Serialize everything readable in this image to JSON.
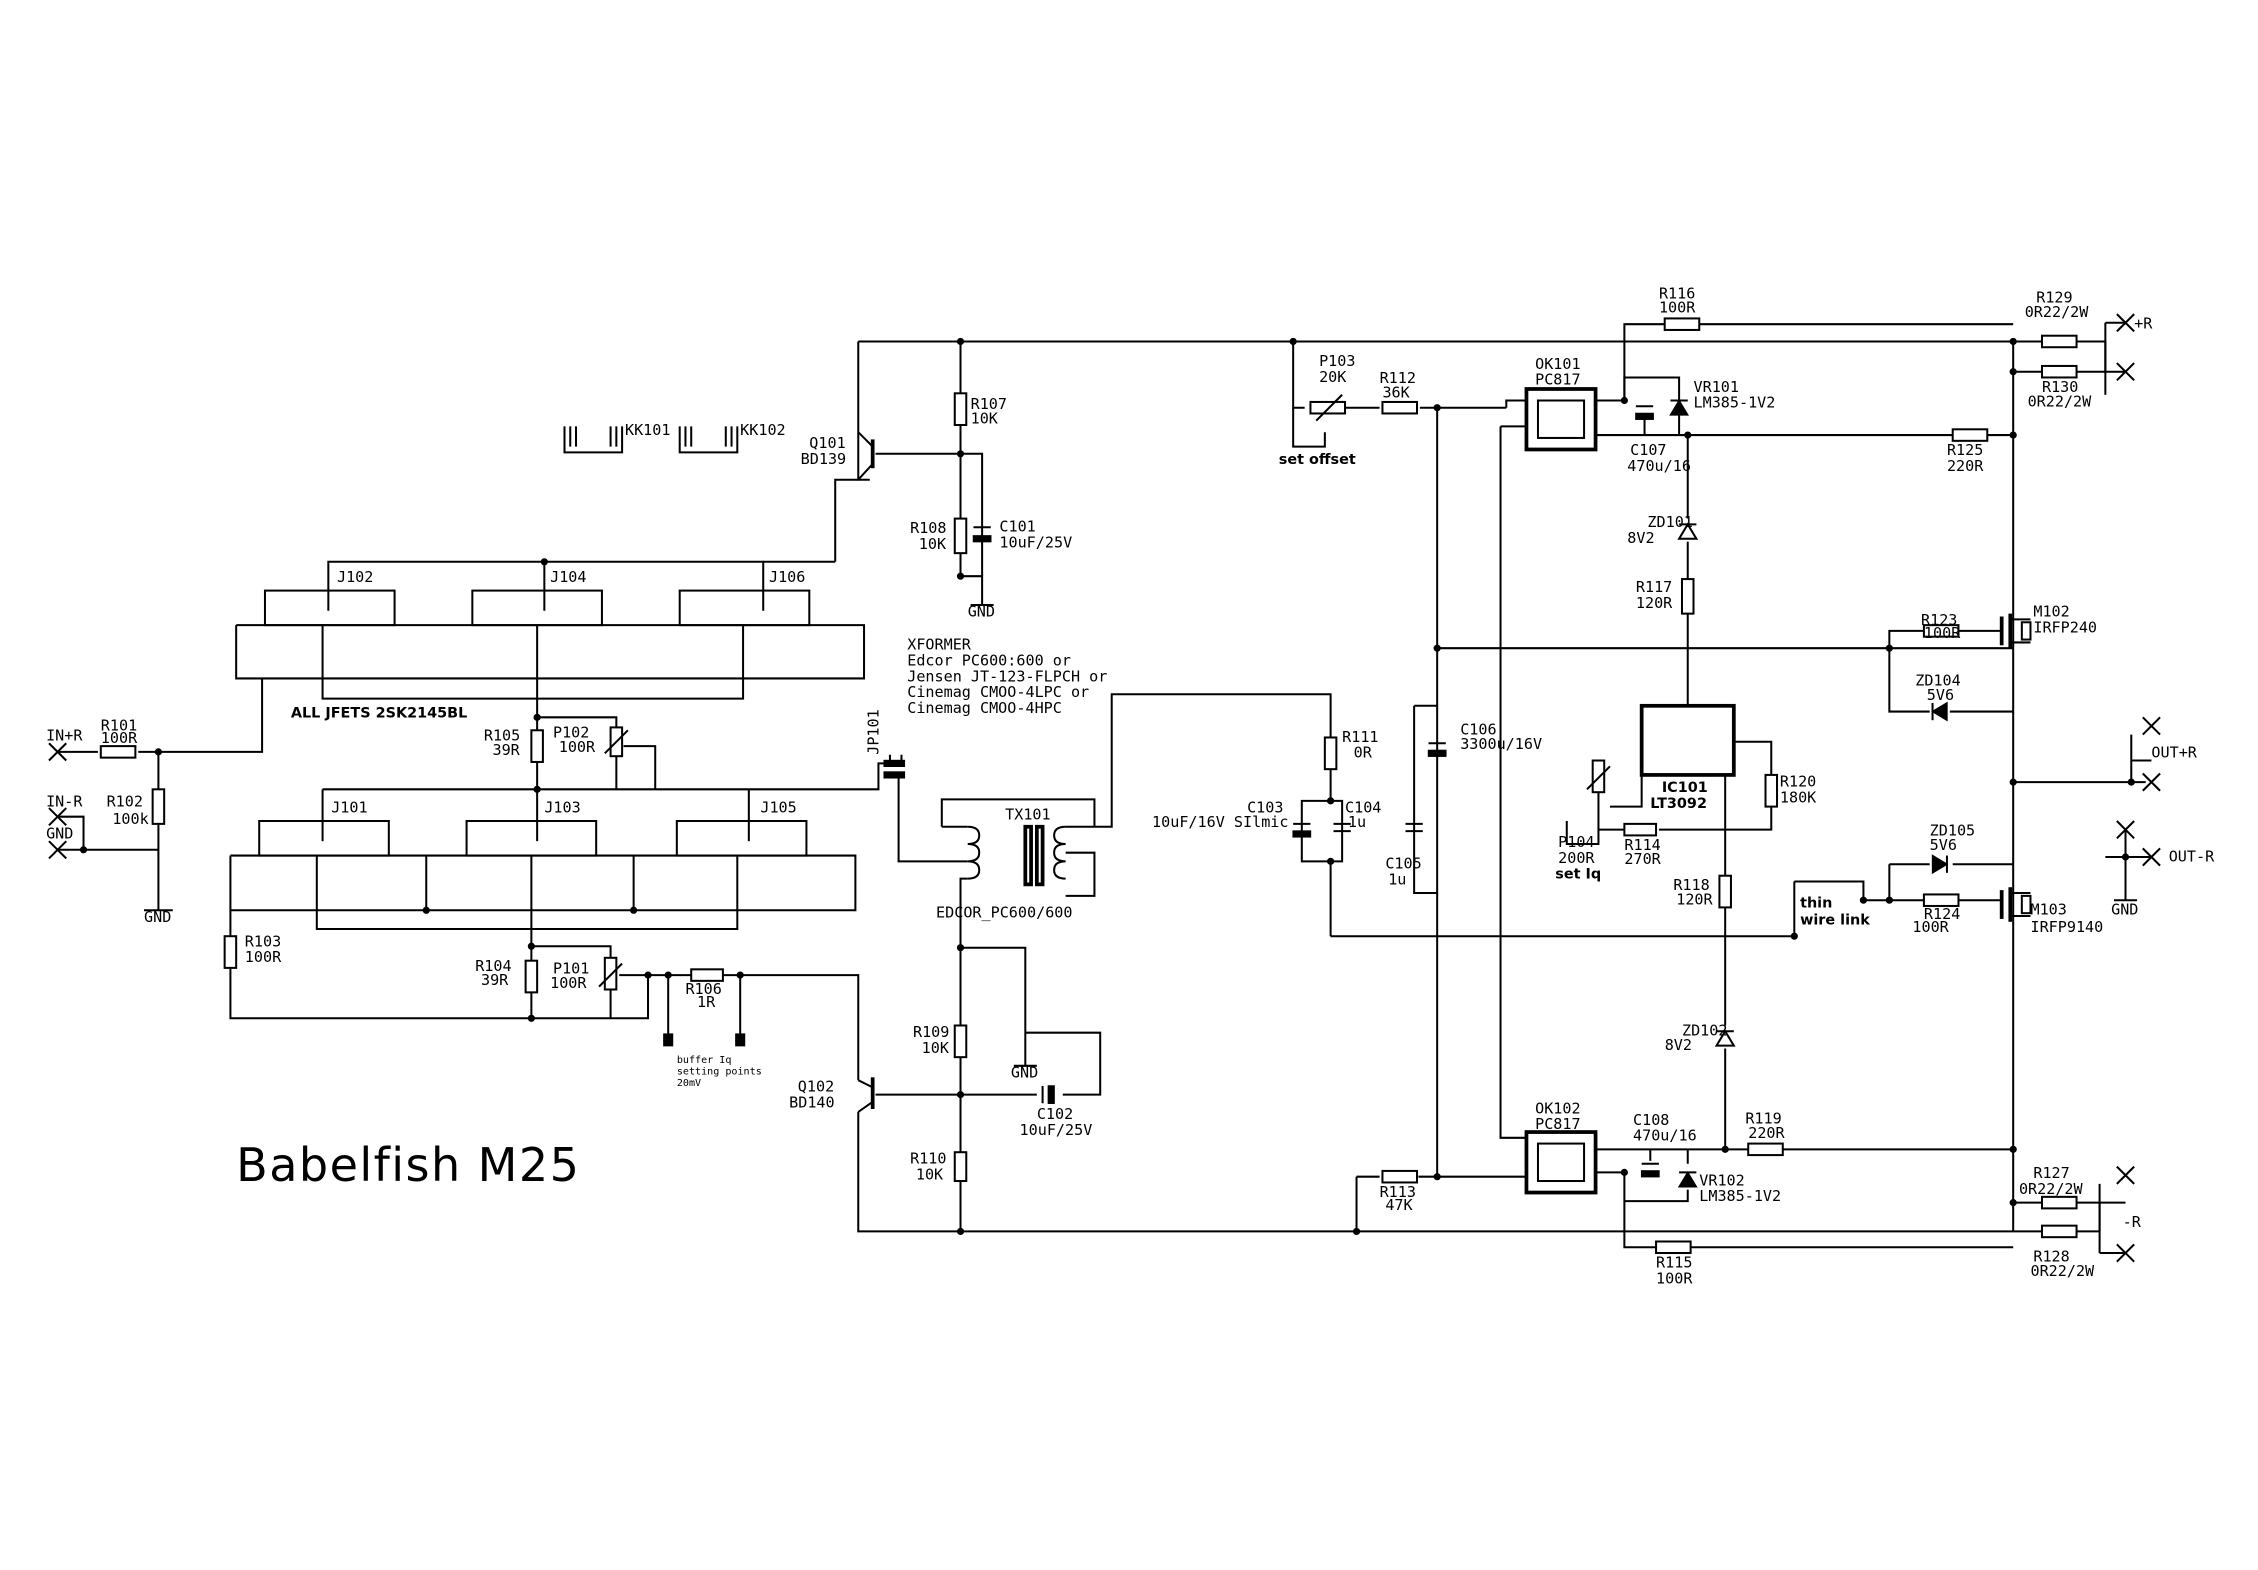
{
  "title": "Babelfish M25",
  "notes": {
    "jfets": "ALL JFETS 2SK2145BL",
    "xformer": [
      "XFORMER",
      "Edcor PC600:600 or",
      "Jensen JT-123-FLPCH or",
      "Cinemag CMOO-4LPC or",
      "Cinemag CMOO-4HPC"
    ],
    "set_offset": "set offset",
    "set_iq": "set Iq",
    "buffer_iq": [
      "buffer Iq",
      "setting points",
      "20mV"
    ],
    "thin_wire": [
      "thin",
      "wire link"
    ]
  },
  "terminals": {
    "in_plus_r": "IN+R",
    "in_minus_r": "IN-R",
    "gnd": "GND",
    "plus_r": "+R",
    "minus_r": "-R",
    "out_plus_r": "OUT+R",
    "out_minus_r": "OUT-R"
  },
  "components": {
    "R101": [
      "R101",
      "100R"
    ],
    "R102": [
      "R102",
      "100k"
    ],
    "R103": [
      "R103",
      "100R"
    ],
    "R104": [
      "R104",
      "39R"
    ],
    "R105": [
      "R105",
      "39R"
    ],
    "R106": [
      "R106",
      "1R"
    ],
    "R107": [
      "R107",
      "10K"
    ],
    "R108": [
      "R108",
      "10K"
    ],
    "R109": [
      "R109",
      "10K"
    ],
    "R110": [
      "R110",
      "10K"
    ],
    "R111": [
      "R111",
      "0R"
    ],
    "R112": [
      "R112",
      "36K"
    ],
    "R113": [
      "R113",
      "47K"
    ],
    "R114": [
      "R114",
      "270R"
    ],
    "R115": [
      "R115",
      "100R"
    ],
    "R116": [
      "R116",
      "100R"
    ],
    "R117": [
      "R117",
      "120R"
    ],
    "R118": [
      "R118",
      "120R"
    ],
    "R119": [
      "R119",
      "220R"
    ],
    "R120": [
      "R120",
      "180K"
    ],
    "R123": [
      "R123",
      "100R"
    ],
    "R124": [
      "R124",
      "100R"
    ],
    "R125": [
      "R125",
      "220R"
    ],
    "R127": [
      "R127",
      "0R22/2W"
    ],
    "R128": [
      "R128",
      "0R22/2W"
    ],
    "R129": [
      "R129",
      "0R22/2W"
    ],
    "R130": [
      "R130",
      "0R22/2W"
    ],
    "P101": [
      "P101",
      "100R"
    ],
    "P102": [
      "P102",
      "100R"
    ],
    "P103": [
      "P103",
      "20K"
    ],
    "P104": [
      "P104",
      "200R"
    ],
    "C101": [
      "C101",
      "10uF/25V"
    ],
    "C102": [
      "C102",
      "10uF/25V"
    ],
    "C103": [
      "C103",
      "10uF/16V SIlmic"
    ],
    "C104": [
      "C104",
      "1u"
    ],
    "C105": [
      "C105",
      "1u"
    ],
    "C106": [
      "C106",
      "3300u/16V"
    ],
    "C107": [
      "C107",
      "470u/16"
    ],
    "C108": [
      "C108",
      "470u/16"
    ],
    "Q101": [
      "Q101",
      "BD139"
    ],
    "Q102": [
      "Q102",
      "BD140"
    ],
    "M102": [
      "M102",
      "IRFP240"
    ],
    "M103": [
      "M103",
      "IRFP9140"
    ],
    "ZD101": [
      "ZD101",
      "8V2"
    ],
    "ZD102": [
      "ZD102",
      "8V2"
    ],
    "ZD104": [
      "ZD104",
      "5V6"
    ],
    "ZD105": [
      "ZD105",
      "5V6"
    ],
    "VR101": [
      "VR101",
      "LM385-1V2"
    ],
    "VR102": [
      "VR102",
      "LM385-1V2"
    ],
    "OK101": [
      "OK101",
      "PC817"
    ],
    "OK102": [
      "OK102",
      "PC817"
    ],
    "IC101": [
      "IC101",
      "LT3092"
    ],
    "TX101": [
      "TX101",
      "EDCOR_PC600/600"
    ],
    "JP101": [
      "JP101"
    ],
    "KK101": [
      "KK101"
    ],
    "KK102": [
      "KK102"
    ],
    "J101": [
      "J101"
    ],
    "J102": [
      "J102"
    ],
    "J103": [
      "J103"
    ],
    "J104": [
      "J104"
    ],
    "J105": [
      "J105"
    ],
    "J106": [
      "J106"
    ]
  }
}
